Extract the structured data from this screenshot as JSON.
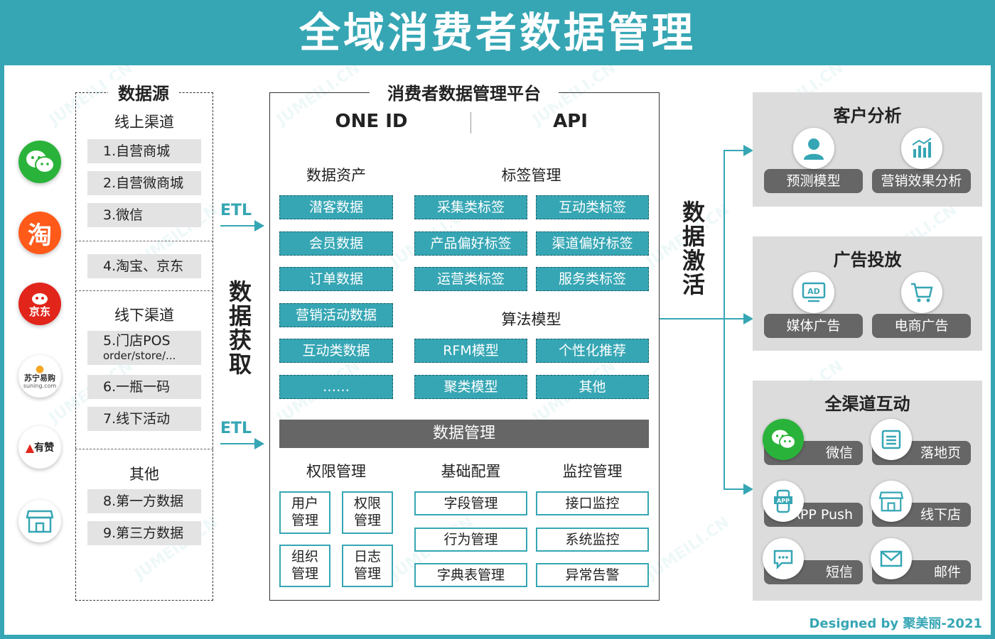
{
  "title": "全域消费者数据管理",
  "watermark": "JUMEILI.CN",
  "source": {
    "title": "数据源",
    "online_head": "线上渠道",
    "online_items": [
      "1.自营商城",
      "2.自营微商城",
      "3.微信"
    ],
    "ecom_items": [
      "4.淘宝、京东"
    ],
    "offline_head": "线下渠道",
    "offline_pos": {
      "label": "5.门店POS",
      "sub": "order/store/..."
    },
    "offline_items": [
      "6.一瓶一码",
      "7.线下活动"
    ],
    "other_head": "其他",
    "other_items": [
      "8.第一方数据",
      "9.第三方数据"
    ],
    "logos": {
      "wechat": "wechat-icon",
      "taobao": "淘",
      "jd": "京东",
      "suning": "苏宁易购",
      "suning_sub": "suning.com",
      "youzan": "有赞",
      "store": "store-icon"
    }
  },
  "etl": {
    "top": "ETL",
    "bottom": "ETL"
  },
  "acquire_label": "数据获取",
  "activate_label": "数据激活",
  "platform": {
    "title": "消费者数据管理平台",
    "one_id": "ONE ID",
    "api": "API",
    "assets_head": "数据资产",
    "assets": [
      "潜客数据",
      "会员数据",
      "订单数据",
      "营销活动数据",
      "互动类数据",
      "……"
    ],
    "tags_head": "标签管理",
    "tags": [
      "采集类标签",
      "互动类标签",
      "产品偏好标签",
      "渠道偏好标签",
      "运营类标签",
      "服务类标签"
    ],
    "algo_head": "算法模型",
    "algos": [
      "RFM模型",
      "个性化推荐",
      "聚类模型",
      "其他"
    ],
    "mgmt_bar": "数据管理",
    "perm_head": "权限管理",
    "perm_items": [
      [
        "用户",
        "管理"
      ],
      [
        "权限",
        "管理"
      ],
      [
        "组织",
        "管理"
      ],
      [
        "日志",
        "管理"
      ]
    ],
    "config_head": "基础配置",
    "config_items": [
      "字段管理",
      "行为管理",
      "字典表管理"
    ],
    "monitor_head": "监控管理",
    "monitor_items": [
      "接口监控",
      "系统监控",
      "异常告警"
    ]
  },
  "activation": {
    "customer": {
      "title": "客户分析",
      "items": [
        "预测模型",
        "营销效果分析"
      ]
    },
    "ads": {
      "title": "广告投放",
      "items": [
        "媒体广告",
        "电商广告"
      ]
    },
    "omni": {
      "title": "全渠道互动",
      "items": [
        "微信",
        "落地页",
        "APP Push",
        "线下店",
        "短信",
        "邮件"
      ]
    }
  },
  "colors": {
    "teal": "#36a6b4",
    "grey": "#666666",
    "panel": "#dcdcdc"
  },
  "credit": "Designed by 聚美丽-2021"
}
